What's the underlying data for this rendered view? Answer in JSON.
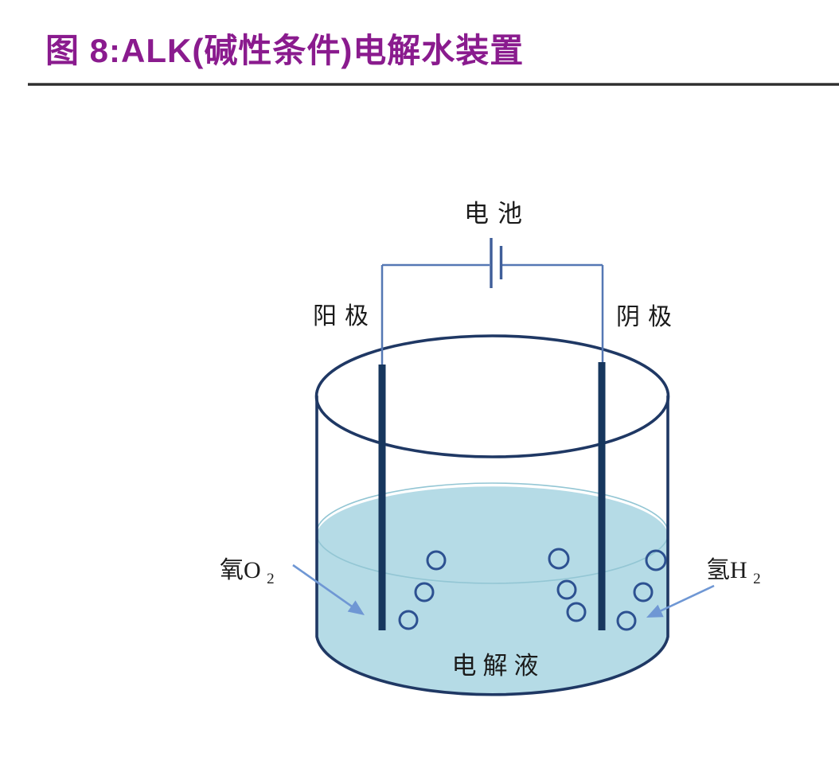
{
  "header": {
    "title": "图 8:ALK(碱性条件)电解水装置",
    "title_color": "#8A1B8E"
  },
  "diagram": {
    "battery_label": "电池",
    "anode_label": "阳极",
    "cathode_label": "阴极",
    "oxygen_label": {
      "main": "氧O",
      "sub": "2"
    },
    "hydrogen_label": {
      "main": "氢H",
      "sub": "2"
    },
    "electrolyte_label": "电解液",
    "colors": {
      "outline": "#1F3864",
      "electrode": "#17375E",
      "wire": "#5578B4",
      "battery_plate": "#3F5E99",
      "liquid": "#B5DBE6",
      "surface_line": "#93C6D4",
      "bubble": "#2D5191",
      "arrow": "#6F97D4",
      "label_text": "#1B1B1B"
    }
  }
}
